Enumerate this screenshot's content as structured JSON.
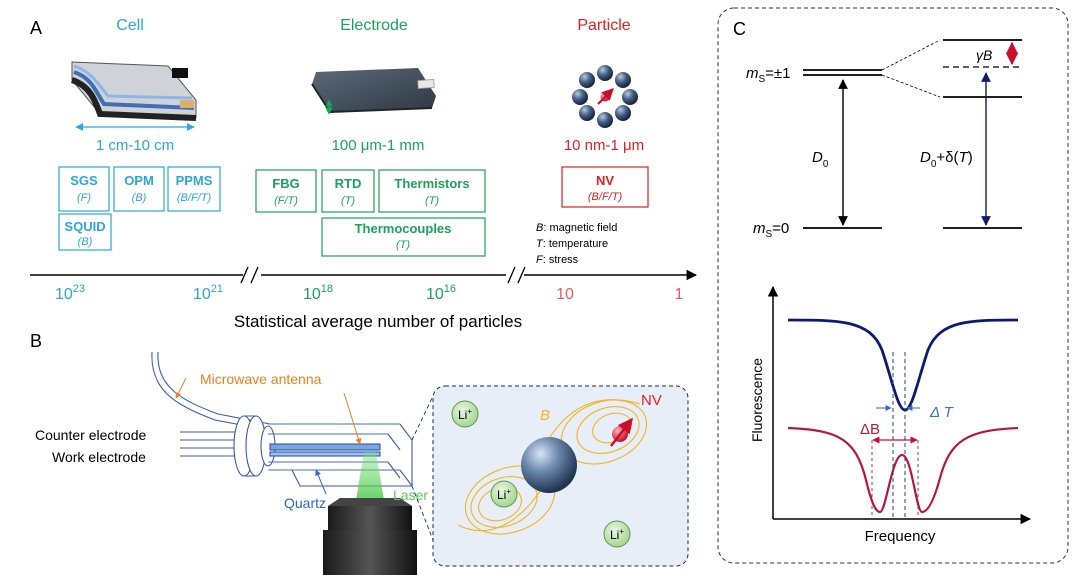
{
  "panels": {
    "a": "A",
    "b": "B",
    "c": "C"
  },
  "colors": {
    "cell": "#2aa8d9",
    "electrode": "#1aa35a",
    "particle": "#e02020",
    "navy": "#0d1b6e",
    "crimson": "#b8163a",
    "orange": "#e8811f",
    "gold": "#f0b520",
    "inset_bg": "#e8eef8"
  },
  "panel_a": {
    "cell": {
      "title": "Cell",
      "size": "1 cm-10 cm",
      "methods": [
        {
          "name": "SGS",
          "sub": "(F)"
        },
        {
          "name": "OPM",
          "sub": "(B)"
        },
        {
          "name": "PPMS",
          "sub": "(B/F/T)"
        },
        {
          "name": "SQUID",
          "sub": "(B)"
        }
      ]
    },
    "electrode": {
      "title": "Electrode",
      "size": "100 μm-1 mm",
      "methods": [
        {
          "name": "FBG",
          "sub": "(F/T)"
        },
        {
          "name": "RTD",
          "sub": "(T)"
        },
        {
          "name": "Thermistors",
          "sub": "(T)"
        },
        {
          "name": "Thermocouples",
          "sub": "(T)"
        }
      ]
    },
    "particle": {
      "title": "Particle",
      "size": "10 nm-1 μm",
      "methods": [
        {
          "name": "NV",
          "sub": "(B/F/T)"
        }
      ]
    },
    "legend": [
      {
        "symbol": "B",
        "text": ": magnetic field"
      },
      {
        "symbol": "T",
        "text": ": temperature"
      },
      {
        "symbol": "F",
        "text": ": stress"
      }
    ],
    "axis": {
      "ticks": [
        {
          "base": "10",
          "exp": "23"
        },
        {
          "base": "10",
          "exp": "21"
        },
        {
          "base": "10",
          "exp": "18"
        },
        {
          "base": "10",
          "exp": "16"
        },
        {
          "base": "10",
          "exp": ""
        },
        {
          "base": "1",
          "exp": ""
        }
      ],
      "label": "Statistical average number of particles"
    }
  },
  "panel_b": {
    "labels": {
      "microwave": "Microwave antenna",
      "counter": "Counter electrode",
      "work": "Work electrode",
      "quartz": "Quartz",
      "laser": "Laser",
      "nv": "NV",
      "b": "B",
      "li": "Li"
    }
  },
  "panel_c": {
    "levels": {
      "ms1": "=±1",
      "ms0": "=0",
      "d0": "D",
      "d0_sub": "0",
      "d0dt_rest": "+δ(",
      "gamma_b": "γB"
    },
    "plot": {
      "ylabel": "Fluorescence",
      "xlabel": "Frequency",
      "delta_t": "Δ T",
      "delta_b": "ΔB"
    }
  }
}
